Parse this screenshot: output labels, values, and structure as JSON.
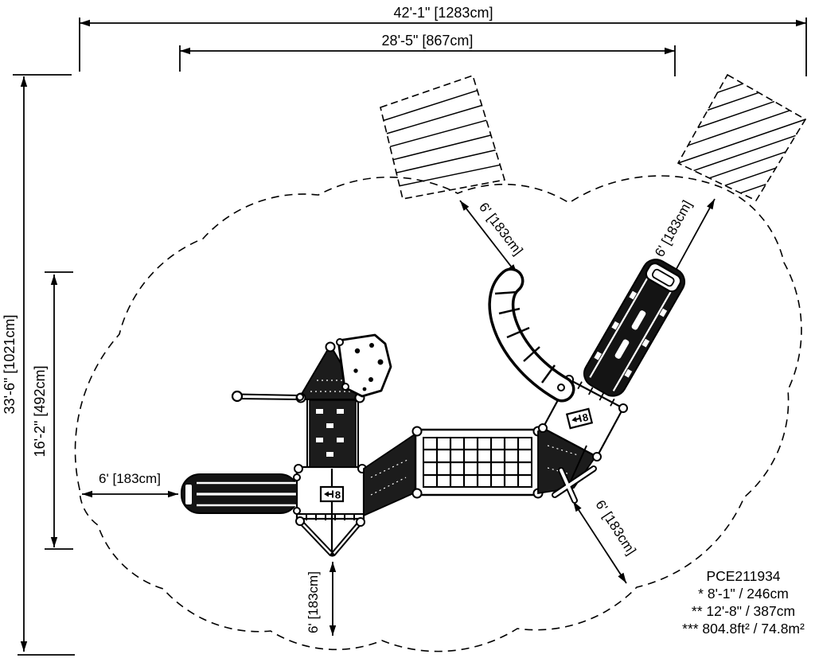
{
  "drawing": {
    "product_code": "PCE211934",
    "notes": {
      "note1": "* 8'-1\" / 246cm",
      "note2": "** 12'-8\" / 387cm",
      "note3": "*** 804.8ft² / 74.8m²"
    },
    "dimensions": {
      "overall_width": "42'-1\" [1283cm]",
      "inner_width": "28'-5\" [867cm]",
      "overall_depth": "33'-6\" [1021cm]",
      "inner_depth": "16'-2\" [492cm]",
      "use_zone_left": "6' [183cm]",
      "use_zone_bottom": "6' [183cm]",
      "use_zone_top_center": "6' [183cm]",
      "use_zone_top_right": "6' [183cm]",
      "use_zone_bottom_right": "6' [183cm]"
    },
    "deck_labels": {
      "left_deck": "8",
      "right_deck": "8"
    },
    "colors": {
      "line": "#000000",
      "dark_fill": "#1c1c1c",
      "background": "#ffffff"
    }
  }
}
